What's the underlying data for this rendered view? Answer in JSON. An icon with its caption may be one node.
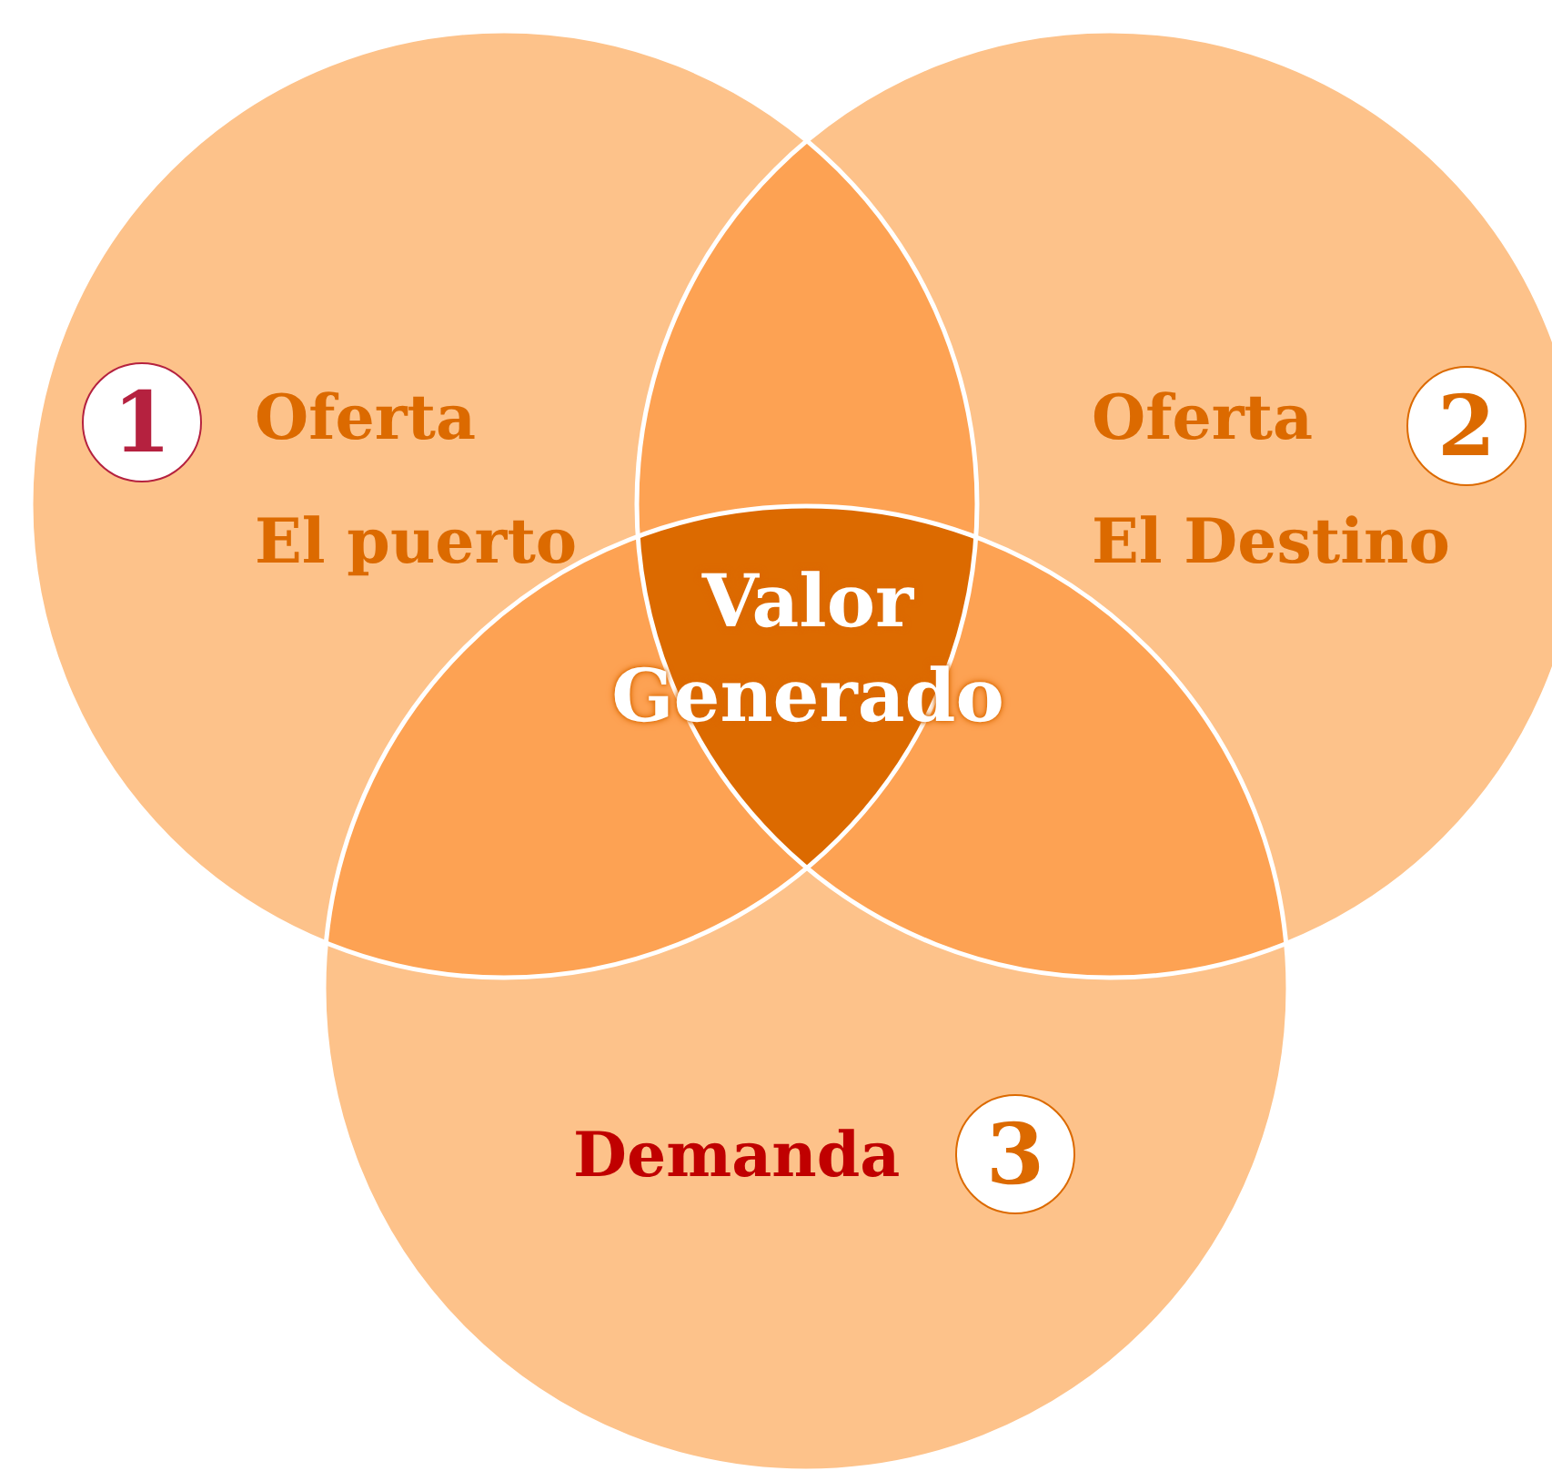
{
  "diagram": {
    "nodes": [
      {
        "text": [
          "Oferta",
          "El puerto"
        ]
      },
      {
        "text": [
          "1"
        ],
        "in": 0
      },
      {
        "text": [
          "Oferta",
          "El Destino"
        ]
      },
      {
        "text": [
          "2"
        ],
        "in": 2
      },
      {
        "text": [
          "Demanda"
        ]
      },
      {
        "text": [
          "3"
        ],
        "in": 4
      },
      {
        "text": [
          "Valor Generado"
        ]
      }
    ],
    "edges": []
  }
}
